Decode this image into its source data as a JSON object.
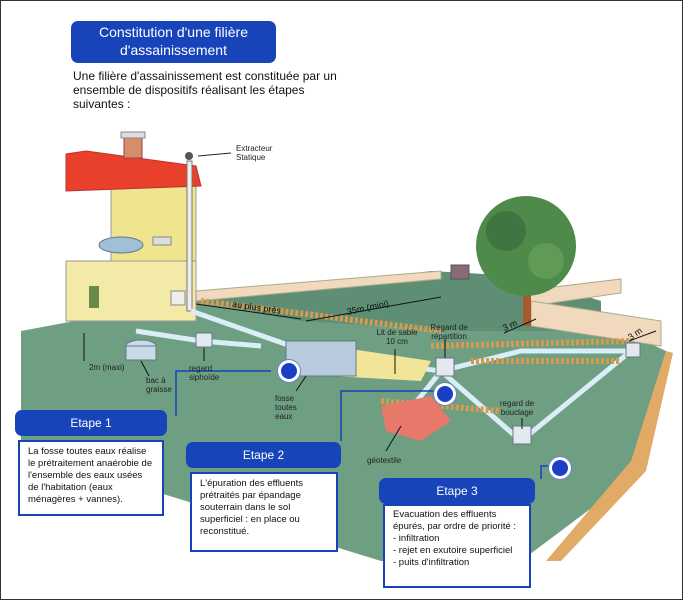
{
  "title": "Constitution d'une filière d'assainissement",
  "intro": "Une filière d'assainissement est constituée par un ensemble de dispositifs réalisant les étapes suivantes :",
  "labels": {
    "extracteur": "Extracteur Statique",
    "au_plus_pres": "au plus près",
    "distance_35m": "35m (mini)",
    "lit_de_sable": "Lit de sable 10 cm",
    "regard_repartition": "Regard de répartition",
    "distance_3m_a": "3 m",
    "distance_3m_b": "3 m",
    "distance_2m": "2m (maxi)",
    "bac_a_graisse": "bac à graisse",
    "regard_siphoide": "regard siphoïde",
    "fosse_toutes_eaux": "fosse toutes eaux",
    "regard_bouclage": "regard de bouclage",
    "geotextile": "géotextile"
  },
  "steps": [
    {
      "title": "Etape 1",
      "text": "La fosse toutes eaux réalise le prétraitement anaérobie de l'ensemble des eaux usées de l'habitation (eaux ménagères + vannes)."
    },
    {
      "title": "Etape 2",
      "text": "L'épuration des effluents prétraités par épandage souterrain dans le sol superficiel : en place ou reconstitué."
    },
    {
      "title": "Etape 3",
      "text": "Evacuation des effluents épurés, par ordre de priorité :",
      "list": [
        "- infiltration",
        "- rejet en exutoire superficiel",
        "- puits d'infiltration"
      ]
    }
  ],
  "colors": {
    "accent": "#1744b8",
    "grass": "#6f9f82",
    "roof": "#e8402a",
    "wall": "#efe58f"
  }
}
